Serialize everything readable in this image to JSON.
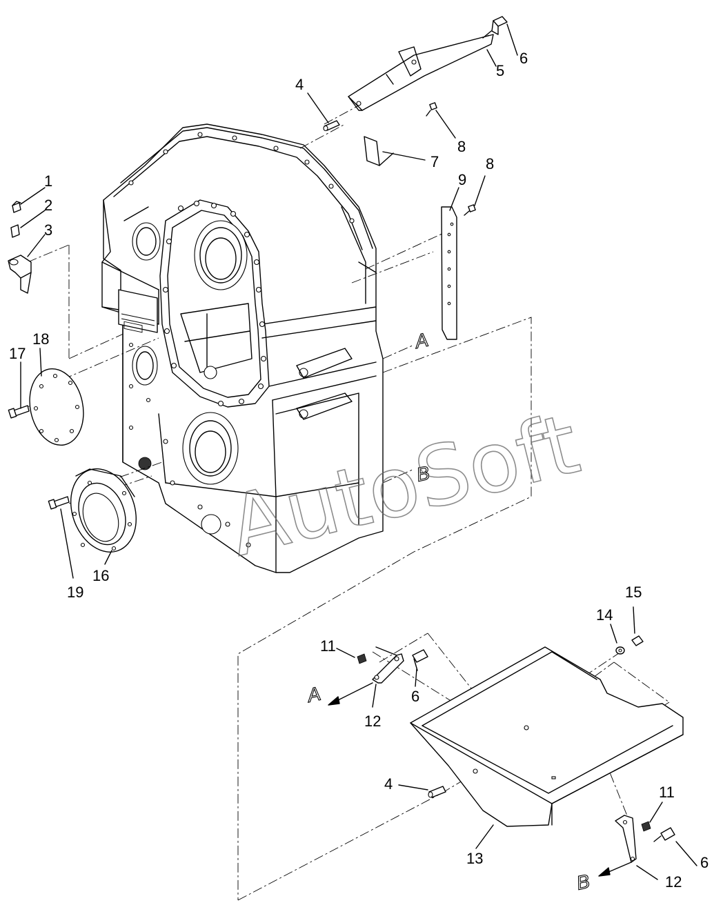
{
  "callouts": {
    "c1": "1",
    "c2": "2",
    "c3": "3",
    "c4a": "4",
    "c4b": "4",
    "c5": "5",
    "c6a": "6",
    "c6b": "6",
    "c6c": "6",
    "c7": "7",
    "c8a": "8",
    "c8b": "8",
    "c9": "9",
    "c11a": "11",
    "c11b": "11",
    "c12a": "12",
    "c12b": "12",
    "c13": "13",
    "c14": "14",
    "c15": "15",
    "c16": "16",
    "c17": "17",
    "c18": "18",
    "c19": "19"
  },
  "section_marks": {
    "a_upper": "A",
    "b_upper": "B",
    "a_lower": "A",
    "b_lower": "B"
  },
  "watermark": "AutoSoft"
}
